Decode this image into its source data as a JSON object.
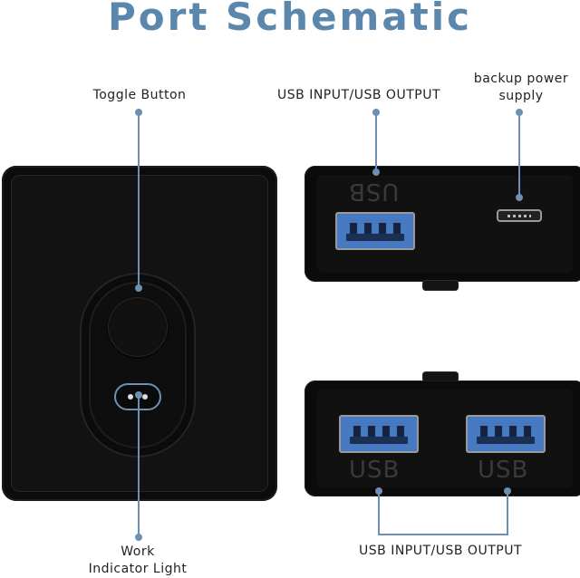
{
  "title": "Port Schematic",
  "labels": {
    "toggle_button": "Toggle Button",
    "usb_top": "USB INPUT/USB OUTPUT",
    "backup_power_line1": "backup power",
    "backup_power_line2": "supply",
    "work_line1": "Work",
    "work_line2": "Indicator Light",
    "usb_bottom": "USB INPUT/USB OUTPUT"
  },
  "port_text": {
    "top": "USB",
    "bottom_left": "USB",
    "bottom_right": "USB"
  },
  "colors": {
    "title": "#5b87ad",
    "callout_line": "#6d8fb2",
    "usb_port": "#4679c2"
  }
}
